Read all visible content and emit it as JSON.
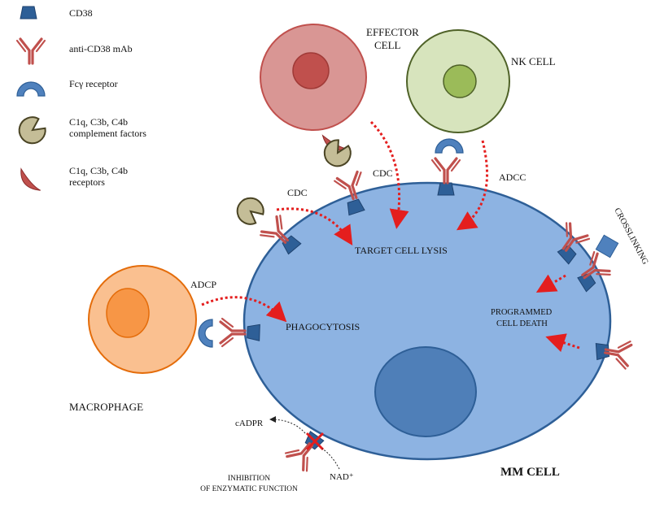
{
  "colors": {
    "cd38": "#2E5F97",
    "antibody": "#C0504D",
    "receptor_blue": "#4F81BD",
    "complement": "#C4BD97",
    "complement_stroke": "#4A4424",
    "complement_receptor": "#C0504D",
    "mm_cell": "#8DB3E2",
    "mm_nucleus": "#4F7FB8",
    "effector_cell": "#D99694",
    "nk_cell": "#D7E4BD",
    "macrophage": "#FAC090",
    "arrow_red": "#E41E1E"
  },
  "legend": {
    "cd38": "CD38",
    "antibody": "anti-CD38 mAb",
    "fc_receptor": "Fcγ receptor",
    "complement_line1": "C1q, C3b, C4b",
    "complement_line2": "complement factors",
    "complement_receptor_line1": "C1q, C3b, C4b",
    "complement_receptor_line2": "receptors"
  },
  "cells": {
    "effector_line1": "EFFECTOR",
    "effector_line2": "CELL",
    "nk": "NK CELL",
    "macrophage": "MACROPHAGE",
    "mm": "MM CELL"
  },
  "mechanisms": {
    "cdc_top": "CDC",
    "cdc_left": "CDC",
    "adcc": "ADCC",
    "adcp": "ADCP",
    "crosslinking": "CROSSLINKING",
    "target_cell_lysis": "TARGET CELL LYSIS",
    "phagocytosis": "PHAGOCYTOSIS",
    "programmed_line1": "PROGRAMMED",
    "programmed_line2": "CELL DEATH",
    "cadpr": "cADPR",
    "nad": "NAD⁺",
    "inhibition_line1": "INHIBITION",
    "inhibition_line2": "OF ENZYMATIC FUNCTION"
  }
}
